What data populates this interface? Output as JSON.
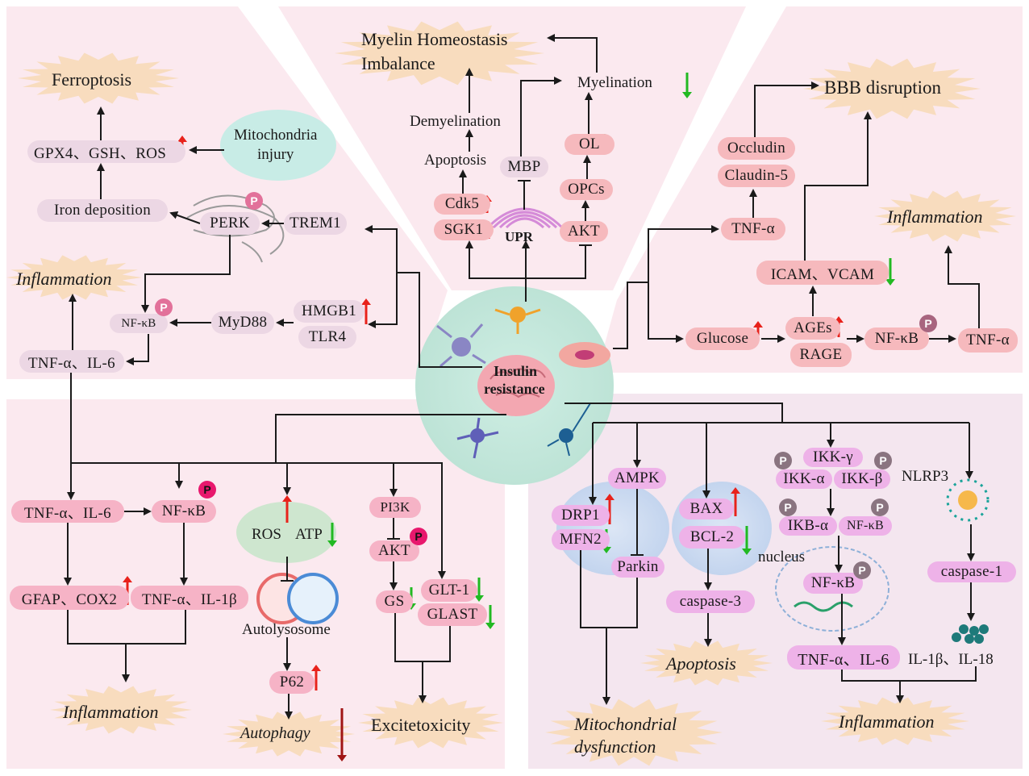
{
  "center": {
    "line1": "Insulin",
    "line2": "resistance"
  },
  "p_label": "P",
  "colors": {
    "up": "#e8221b",
    "down": "#22b922",
    "dark_down": "#a01414",
    "arrow": "#1a1a1a"
  },
  "top": {
    "myelin_imbalance": "Myelin Homeostasis\nImbalance",
    "myelination": "Myelination",
    "demyelination": "Demyelination",
    "apoptosis": "Apoptosis",
    "mbp": "MBP",
    "ol": "OL",
    "cdk5": "Cdk5",
    "opcs": "OPCs",
    "sgk1": "SGK1",
    "upr": "UPR",
    "akt": "AKT"
  },
  "top_left": {
    "ferroptosis": "Ferroptosis",
    "gpx4": "GPX4、GSH、ROS",
    "mito_injury": "Mitochondria\ninjury",
    "iron": "Iron deposition",
    "perk": "PERK",
    "trem1": "TREM1",
    "inflammation": "Inflammation",
    "nfkb": "NF-κB",
    "myd88": "MyD88",
    "hmgb1": "HMGB1",
    "tlr4": "TLR4",
    "tnf_il6": "TNF-α、IL-6"
  },
  "top_right": {
    "bbb": "BBB disruption",
    "occludin": "Occludin",
    "claudin": "Claudin-5",
    "tnfa": "TNF-α",
    "inflammation": "Inflammation",
    "icam": "ICAM、VCAM",
    "glucose": "Glucose",
    "ages": "AGEs",
    "rage": "RAGE",
    "nfkb": "NF-κB",
    "tnfa2": "TNF-α"
  },
  "bottom_left": {
    "tnf_il6": "TNF-α、IL-6",
    "nfkb": "NF-κB",
    "ros": "ROS",
    "atp": "ATP",
    "pi3k": "PI3K",
    "akt": "AKT",
    "gfap": "GFAP、COX2",
    "tnf_il1b": "TNF-α、IL-1β",
    "autolysosome": "Autolysosome",
    "gs": "GS",
    "glt1": "GLT-1",
    "glast": "GLAST",
    "p62": "P62",
    "inflammation": "Inflammation",
    "autophagy": "Autophagy",
    "excitotoxicity": "Excitetoxicity"
  },
  "bottom_right": {
    "ampk": "AMPK",
    "drp1": "DRP1",
    "mfn2": "MFN2",
    "parkin": "Parkin",
    "bax": "BAX",
    "bcl2": "BCL-2",
    "caspase3": "caspase-3",
    "apoptosis": "Apoptosis",
    "mito_dysfunction": "Mitochondrial\ndysfunction",
    "ikk_g": "IKK-γ",
    "ikk_a": "IKK-α",
    "ikk_b": "IKK-β",
    "ikb_a": "IKB-α",
    "nfkb": "NF-κB",
    "nucleus": "nucleus",
    "nfkb_nuc": "NF-κB",
    "tnf_il6": "TNF-α、IL-6",
    "nlrp3": "NLRP3",
    "caspase1": "caspase-1",
    "il1b_il18": "IL-1β、IL-18",
    "inflammation": "Inflammation"
  }
}
